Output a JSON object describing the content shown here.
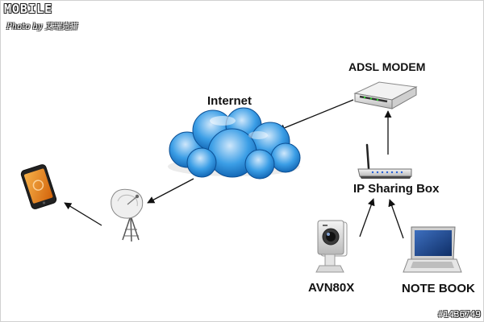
{
  "watermark": {
    "brand": "MOBILE",
    "credit": "Photo by 艾瑞克猫"
  },
  "nodes": {
    "adsl_modem": "ADSL MODEM",
    "internet": "Internet",
    "ip_sharing_box": "IP Sharing Box",
    "camera": "AVN80X",
    "notebook": "NOTE BOOK"
  },
  "photo_id": "#1436749",
  "colors": {
    "cloud": "#1f86d8",
    "cloud_light": "#cfe7fb",
    "arrow": "#111111",
    "phone": "#f08a12"
  },
  "icons": [
    "smartphone-icon",
    "satellite-dish-icon",
    "cloud-icon",
    "modem-icon",
    "router-icon",
    "ip-camera-icon",
    "laptop-icon"
  ]
}
